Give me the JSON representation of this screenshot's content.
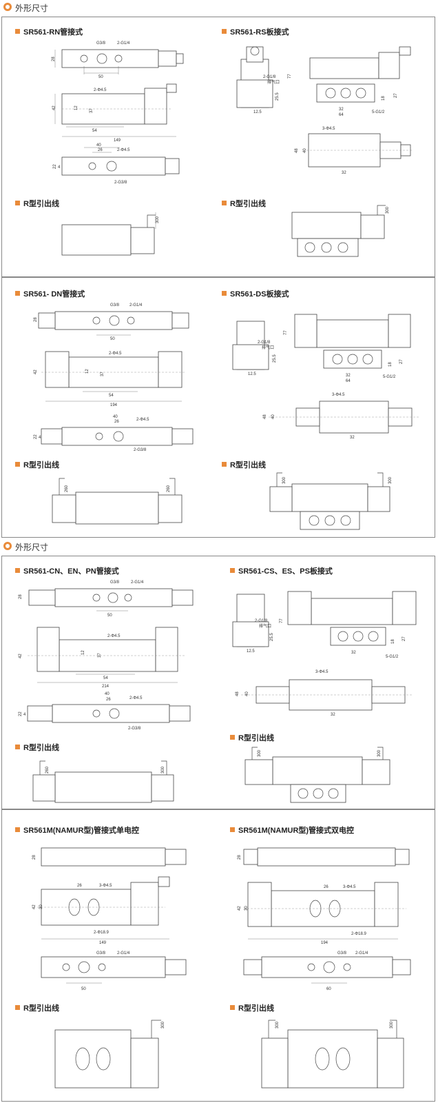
{
  "headers": [
    {
      "text": "外形尺寸"
    },
    {
      "text": "外形尺寸"
    }
  ],
  "sections": {
    "s1": {
      "title": "SR561-RN管接式",
      "labels": {
        "d28": "28",
        "g38": "G3/8",
        "g14": "2-G1/4",
        "d50": "50",
        "h45": "2-Φ4.5",
        "d42": "42",
        "d12": "12",
        "d37": "37",
        "d54": "54",
        "d149": "149",
        "d40": "40",
        "d26": "26",
        "d22": "22",
        "d4": "4",
        "g38b": "2-G3/8"
      }
    },
    "s2": {
      "title": "SR561-RS板接式",
      "labels": {
        "g18": "2-G1/8",
        "exh": "排气口",
        "d77": "77",
        "d255": "25.5",
        "d125": "12.5",
        "d32": "32",
        "d64": "64",
        "d18": "18",
        "d27": "27",
        "g12": "5-G1/2",
        "h45": "3-Φ4.5",
        "d48": "48",
        "d40": "40",
        "d32b": "32"
      }
    },
    "s3": {
      "title": "R型引出线",
      "labels": {
        "d300": "300"
      }
    },
    "s4": {
      "title": "R型引出线",
      "labels": {
        "d300": "300"
      }
    },
    "s5": {
      "title": "SR561- DN管接式",
      "labels": {
        "d28": "28",
        "g38": "G3/8",
        "g14": "2-G1/4",
        "d50": "50",
        "h45": "2-Φ4.5",
        "d42": "42",
        "d12": "12",
        "d37": "37",
        "d54": "54",
        "d194": "194",
        "d40": "40",
        "d26": "26",
        "d22": "22",
        "d4": "4",
        "g38b": "2-G3/8"
      }
    },
    "s6": {
      "title": "SR561-DS板接式",
      "labels": {
        "g18": "2-G1/8",
        "exh": "排气口",
        "d77": "77",
        "d255": "25.5",
        "d125": "12.5",
        "d32": "32",
        "d64": "64",
        "d18": "18",
        "d27": "27",
        "g12": "5-G1/2",
        "h45": "3-Φ4.5",
        "d48": "48",
        "d40": "40",
        "d32b": "32"
      }
    },
    "s7": {
      "title": "R型引出线",
      "labels": {
        "d260a": "260",
        "d260b": "260"
      }
    },
    "s8": {
      "title": "R型引出线",
      "labels": {
        "d300a": "300",
        "d300b": "300"
      }
    },
    "s9": {
      "title": "SR561-CN、EN、PN管接式",
      "labels": {
        "d28": "28",
        "g38": "G3/8",
        "g14": "2-G1/4",
        "d50": "50",
        "h45": "2-Φ4.5",
        "d42": "42",
        "d12": "12",
        "d37": "37",
        "d54": "54",
        "d214": "214",
        "d40": "40",
        "d26": "26",
        "h45b": "2-Φ4.5",
        "d22": "22",
        "d4": "4",
        "g38b": "2-G3/8"
      }
    },
    "s10": {
      "title": "SR561-CS、ES、PS板接式",
      "labels": {
        "g18": "2-G1/8",
        "exh": "排气口",
        "d77": "77",
        "d255": "25.5",
        "d125": "12.5",
        "d32": "32",
        "d18": "18",
        "d27": "27",
        "g12": "5-G1/2",
        "h45": "3-Φ4.5",
        "d48": "48",
        "d40": "40",
        "d32b": "32"
      }
    },
    "s11": {
      "title": "R型引出线",
      "labels": {
        "d260": "260",
        "d300": "300"
      }
    },
    "s12": {
      "title": "R型引出线",
      "labels": {
        "d300a": "300",
        "d300b": "300"
      }
    },
    "s13": {
      "title": "SR561M(NAMUR型)管接式单电控",
      "labels": {
        "d28": "28",
        "d26": "26",
        "h45": "3-Φ4.5",
        "d42": "42",
        "d30": "30",
        "d189": "2-Φ18.9",
        "d149": "149",
        "g38": "G3/8",
        "g14": "2-G1/4",
        "d50": "50"
      }
    },
    "s14": {
      "title": "SR561M(NAMUR型)管接式双电控",
      "labels": {
        "d28": "28",
        "d26": "26",
        "h45": "3-Φ4.5",
        "d42": "42",
        "d30": "30",
        "d189": "2-Φ18.9",
        "d194": "194",
        "g38": "G3/8",
        "g14": "2-G1/4",
        "d60": "60"
      }
    },
    "s15": {
      "title": "R型引出线",
      "labels": {
        "d300": "300"
      }
    },
    "s16": {
      "title": "R型引出线",
      "labels": {
        "d300a": "300",
        "d300b": "300"
      }
    }
  }
}
